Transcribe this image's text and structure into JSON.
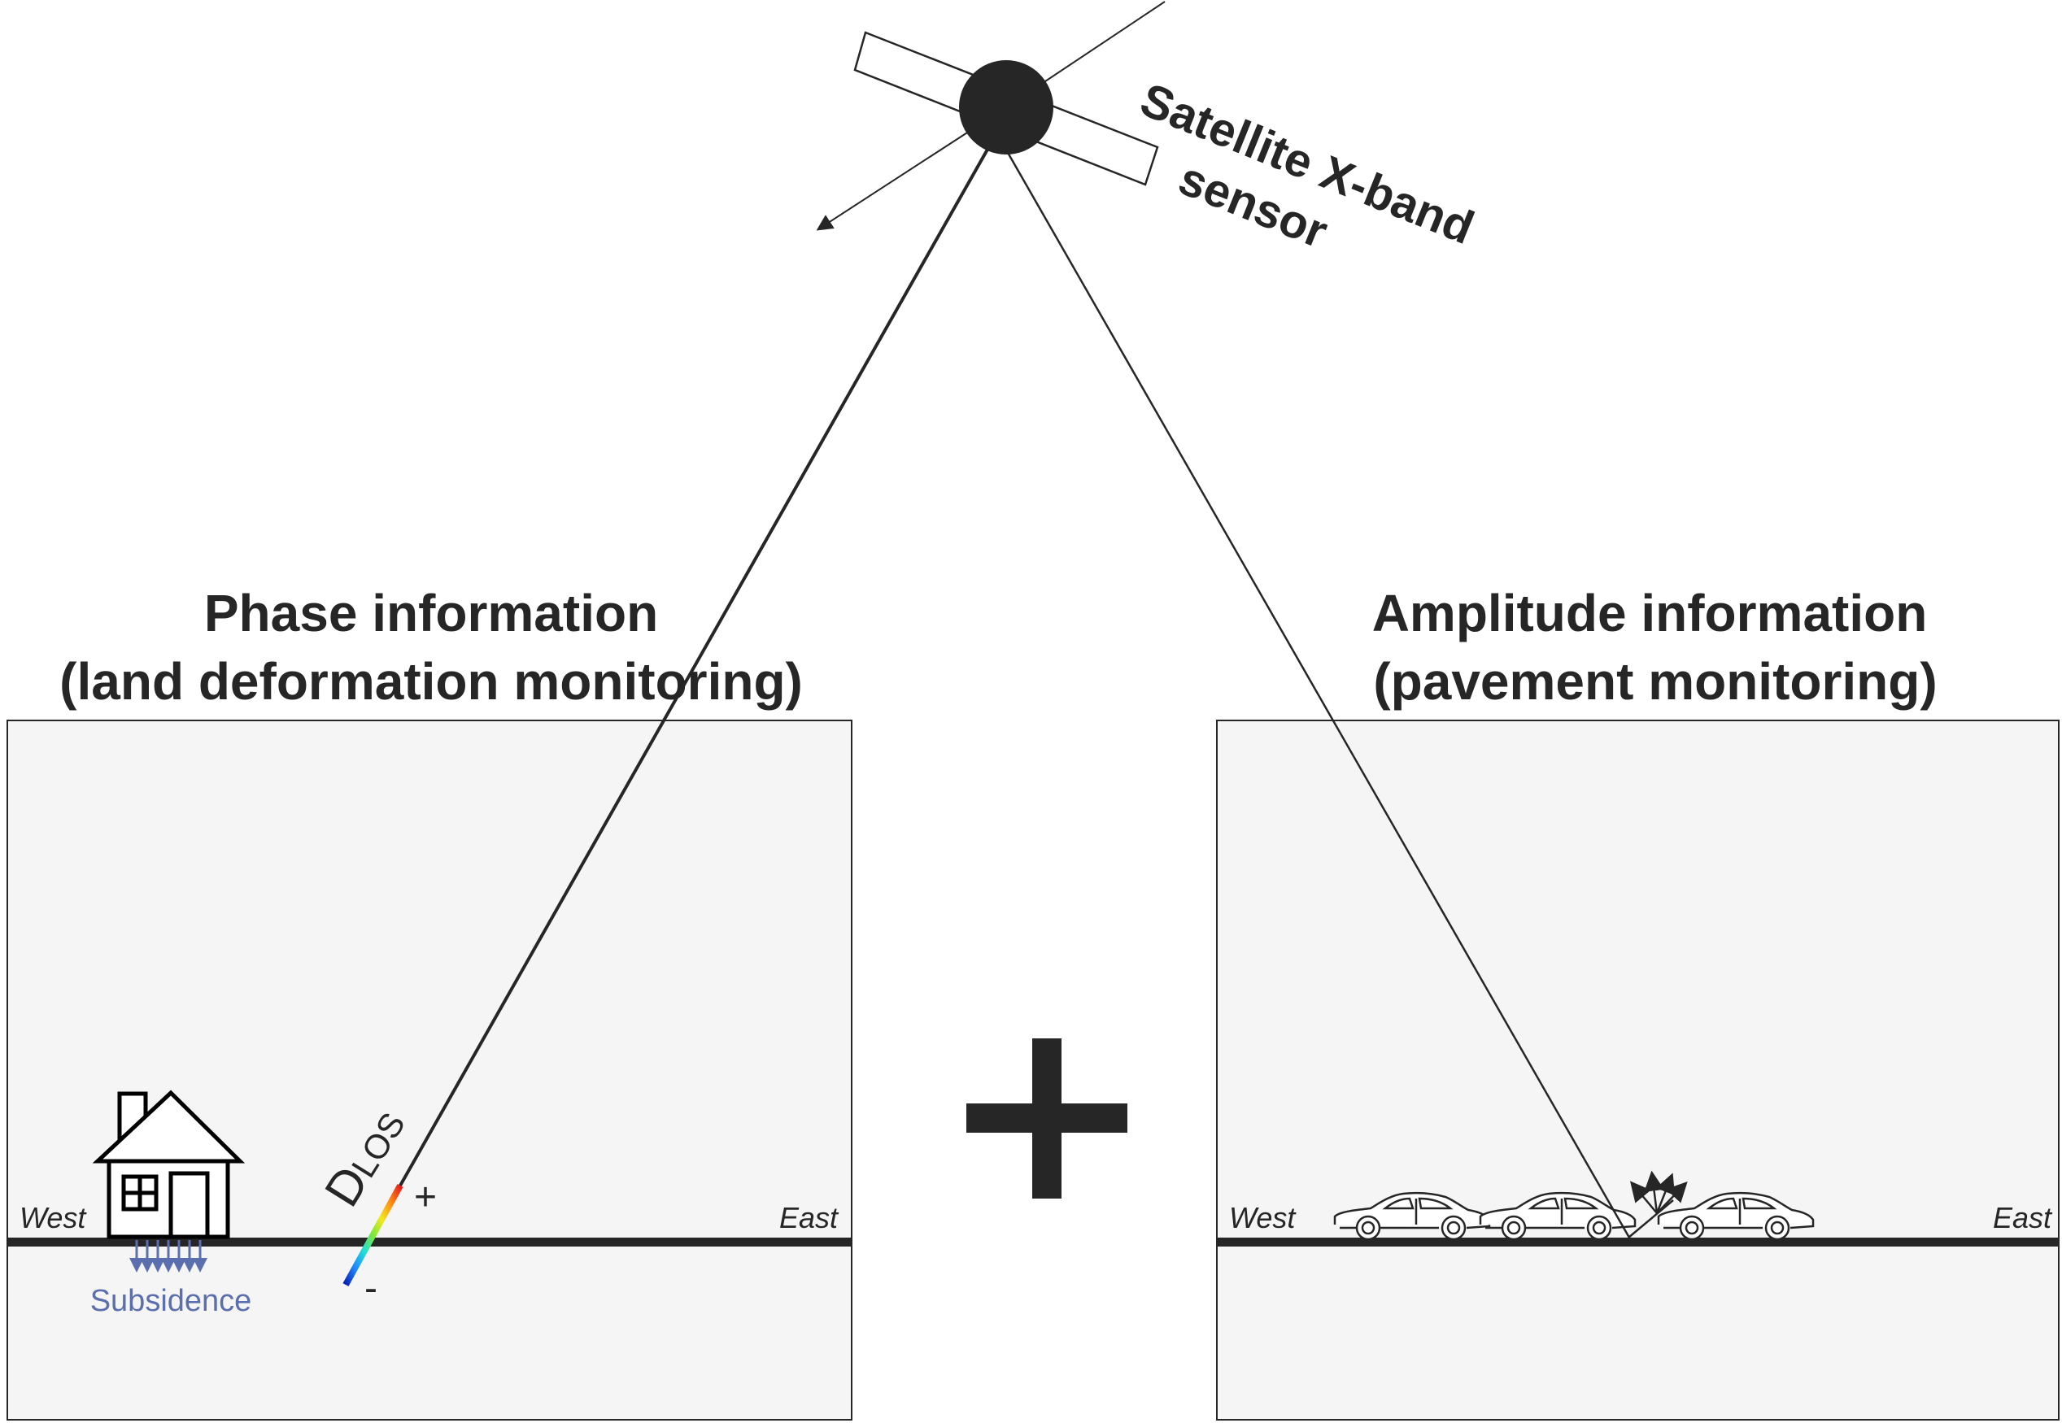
{
  "satellite": {
    "label_line1": "Satellite X-band",
    "label_line2": "sensor"
  },
  "left_panel": {
    "title_line1": "Phase information",
    "title_line2": "(land deformation monitoring)",
    "west_label": "West",
    "east_label": "East",
    "subsidence_label": "Subsidence",
    "dlos_main": "D",
    "dlos_sub": "LOS",
    "plus_sign": "+",
    "minus_sign": "-"
  },
  "right_panel": {
    "title_line1": "Amplitude information",
    "title_line2": "(pavement monitoring)",
    "west_label": "West",
    "east_label": "East"
  },
  "colors": {
    "ink": "#262626",
    "panel_fill": "#f5f5f5",
    "subsidence": "#5b6fae"
  },
  "colorbar": [
    "#0a1fb4",
    "#1e88ff",
    "#21e0d4",
    "#7be83a",
    "#f2e81e",
    "#ff8a16",
    "#e41e1e"
  ]
}
